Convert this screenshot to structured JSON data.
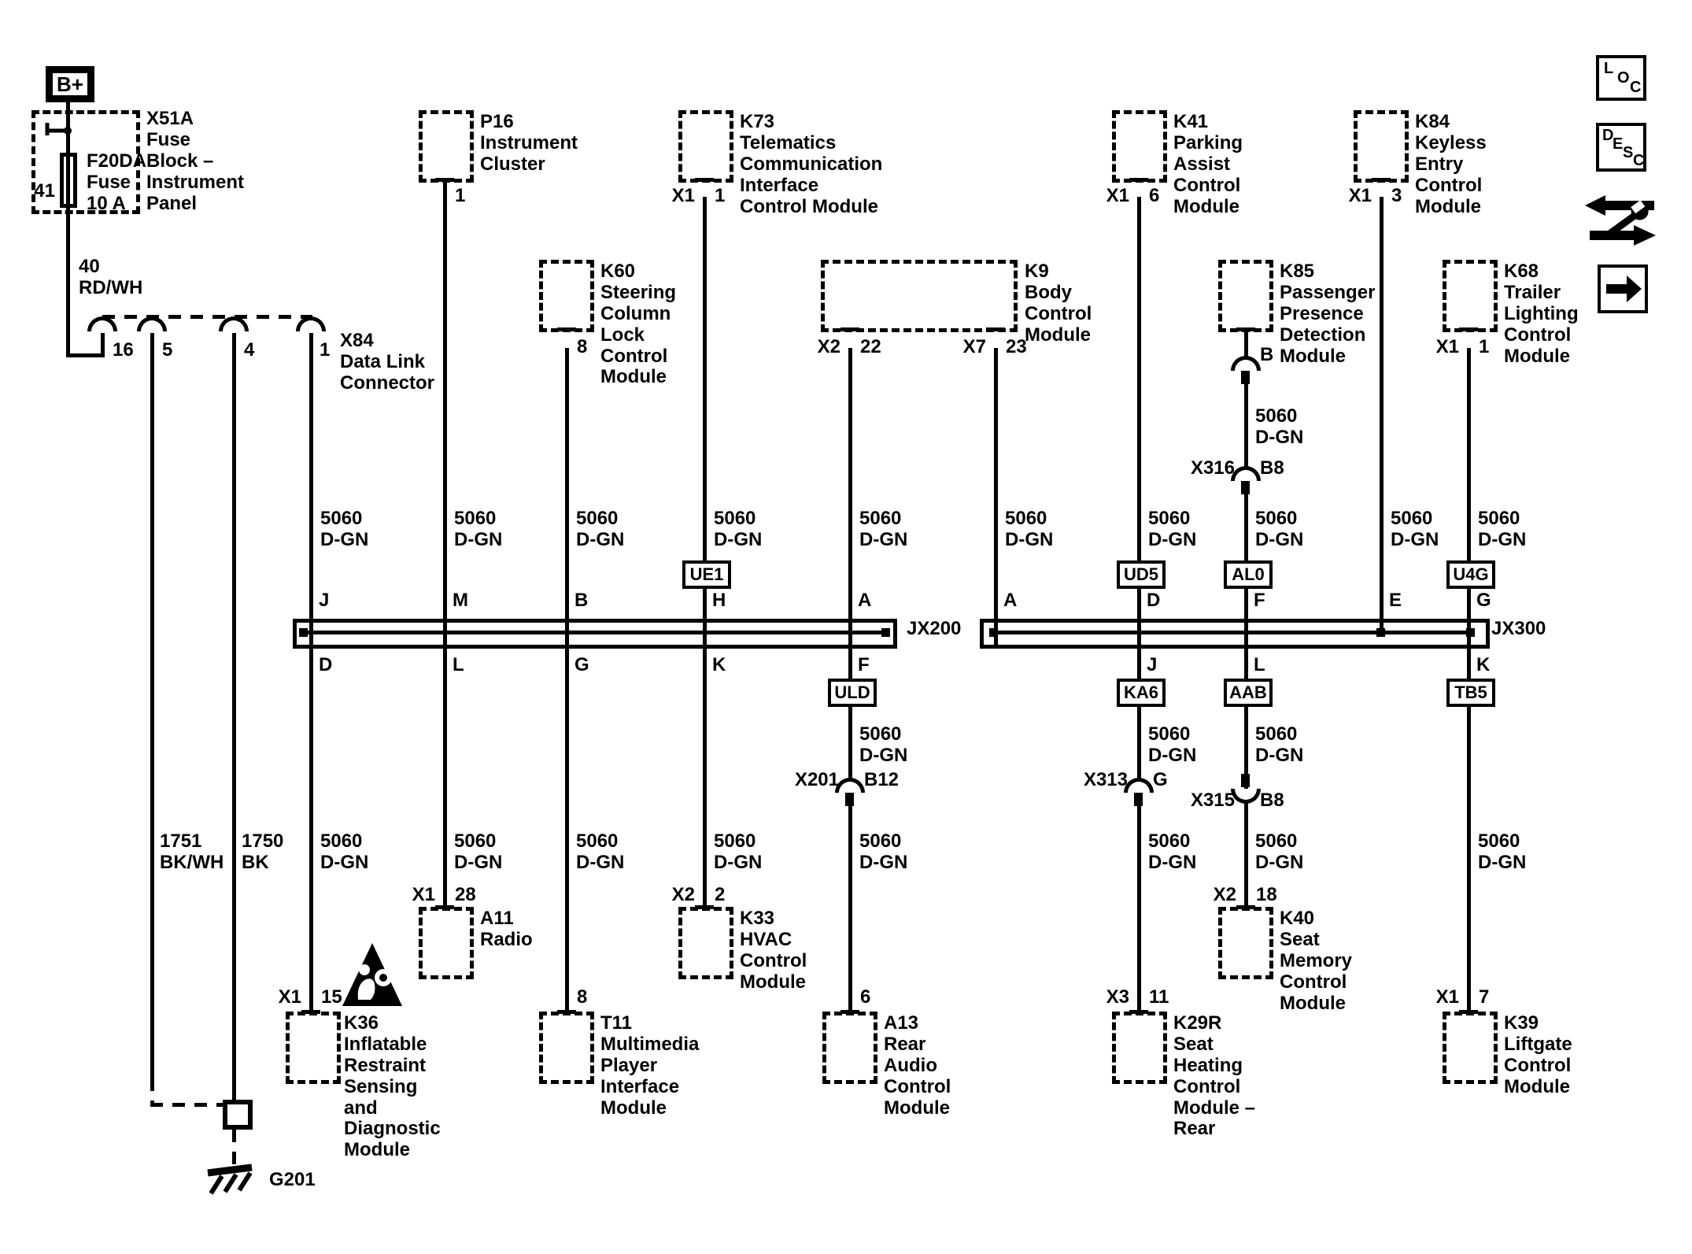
{
  "colors": {
    "ink": "#000000",
    "paper": "#ffffff"
  },
  "power": {
    "bplus": "B+",
    "fuse_position": "41",
    "fuse": "F20DA\nFuse\n10 A",
    "fuse_block": "X51A\nFuse\nBlock –\nInstrument\nPanel",
    "wire_40": "40\nRD/WH"
  },
  "x84": {
    "label": "X84\nData Link\nConnector",
    "pin16": "16",
    "pin5": "5",
    "pin4": "4",
    "pin1": "1"
  },
  "wire": {
    "dgn": "5060\nD-GN",
    "w1751": "1751\nBK/WH",
    "w1750": "1750\nBK"
  },
  "ground": {
    "g201": "G201"
  },
  "modules": {
    "p16": {
      "name": "P16\nInstrument\nCluster",
      "pin": "1"
    },
    "k73": {
      "name": "K73\nTelematics\nCommunication\nInterface\nControl Module",
      "conn": "X1",
      "pin": "1"
    },
    "k41": {
      "name": "K41\nParking\nAssist\nControl\nModule",
      "conn": "X1",
      "pin": "6"
    },
    "k84": {
      "name": "K84\nKeyless\nEntry\nControl\nModule",
      "conn": "X1",
      "pin": "3"
    },
    "k60": {
      "name": "K60\nSteering\nColumn\nLock\nControl\nModule",
      "pin": "8"
    },
    "k9": {
      "name": "K9\nBody\nControl\nModule",
      "conn_a": "X2",
      "pin_a": "22",
      "conn_b": "X7",
      "pin_b": "23"
    },
    "k85": {
      "name": "K85\nPassenger\nPresence\nDetection\nModule",
      "pin": "B"
    },
    "k68": {
      "name": "K68\nTrailer\nLighting\nControl\nModule",
      "conn": "X1",
      "pin": "1"
    },
    "a11": {
      "name": "A11\nRadio",
      "conn": "X1",
      "pin": "28"
    },
    "k33": {
      "name": "K33\nHVAC\nControl\nModule",
      "conn": "X2",
      "pin": "2"
    },
    "k40": {
      "name": "K40\nSeat\nMemory\nControl\nModule",
      "conn": "X2",
      "pin": "18"
    },
    "k36": {
      "name": "K36\nInflatable\nRestraint\nSensing\nand\nDiagnostic\nModule",
      "conn": "X1",
      "pin": "15"
    },
    "t11": {
      "name": "T11\nMultimedia\nPlayer\nInterface\nModule",
      "pin": "8"
    },
    "a13": {
      "name": "A13\nRear\nAudio\nControl\nModule",
      "pin": "6"
    },
    "k29r": {
      "name": "K29R\nSeat\nHeating\nControl\nModule –\nRear",
      "conn": "X3",
      "pin": "11"
    },
    "k39": {
      "name": "K39\nLiftgate\nControl\nModule",
      "conn": "X1",
      "pin": "7"
    }
  },
  "junctions": {
    "jx200": {
      "label": "JX200",
      "top": [
        "J",
        "M",
        "B",
        "H",
        "A"
      ],
      "bottom": [
        "D",
        "L",
        "G",
        "K",
        "F"
      ]
    },
    "jx300": {
      "label": "JX300",
      "top": [
        "A",
        "D",
        "F",
        "E",
        "G"
      ],
      "bottom": [
        "J",
        "L",
        "K"
      ]
    }
  },
  "netlabels": {
    "ue1": "UE1",
    "ud5": "UD5",
    "al0": "AL0",
    "u4g": "U4G",
    "uld": "ULD",
    "ka6": "KA6",
    "aab": "AAB",
    "tb5": "TB5"
  },
  "inline": {
    "x201": {
      "id": "X201",
      "pin": "B12"
    },
    "x313": {
      "id": "X313",
      "pin": "G"
    },
    "x315": {
      "id": "X315",
      "pin": "B8"
    },
    "x316": {
      "id": "X316",
      "pin": "B8"
    }
  },
  "legend": {
    "loc": [
      "L",
      "O",
      "C"
    ],
    "desc": [
      "D",
      "E",
      "S",
      "C"
    ]
  }
}
